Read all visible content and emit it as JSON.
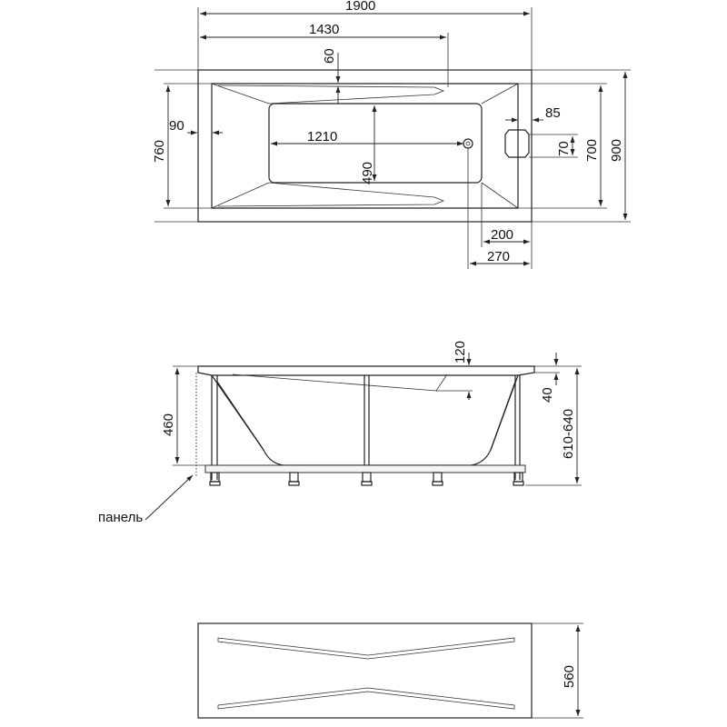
{
  "top_view": {
    "overall_length": "1900",
    "to_drain": "1430",
    "rim_top": "60",
    "rim_side": "90",
    "inner_length": "1210",
    "inner_width": "490",
    "body_width": "760",
    "width_700": "700",
    "overall_width": "900",
    "overflow_offset": "85",
    "overflow_size": "70",
    "drain_200": "200",
    "drain_270": "270"
  },
  "side_view": {
    "rim_depth": "120",
    "rim_thickness": "40",
    "depth": "460",
    "height_range": "610-640",
    "panel_label": "панель"
  },
  "panel_view": {
    "panel_height": "560"
  }
}
